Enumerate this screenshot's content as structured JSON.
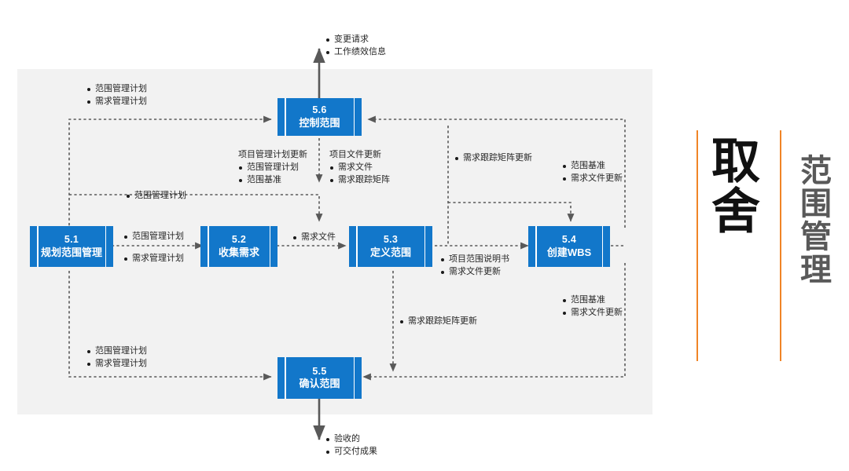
{
  "diagram": {
    "title_main": "取舍",
    "title_sub": "范围管理",
    "accent_color": "#f08426",
    "node_color": "#1277ca",
    "panel_color": "#f2f2f2"
  },
  "nodes": [
    {
      "id": "n51",
      "num": "5.1",
      "name": "规划范围管理"
    },
    {
      "id": "n52",
      "num": "5.2",
      "name": "收集需求"
    },
    {
      "id": "n53",
      "num": "5.3",
      "name": "定义范围"
    },
    {
      "id": "n54",
      "num": "5.4",
      "name": "创建WBS"
    },
    {
      "id": "n55",
      "num": "5.5",
      "name": "确认范围"
    },
    {
      "id": "n56",
      "num": "5.6",
      "name": "控制范围"
    }
  ],
  "labels": {
    "top_out": {
      "items": [
        "变更请求",
        "工作绩效信息"
      ]
    },
    "top_left_in": {
      "items": [
        "范围管理计划",
        "需求管理计划"
      ]
    },
    "mid_left_in": {
      "items": [
        "范围管理计划"
      ]
    },
    "pm_plan_update": {
      "head": "项目管理计划更新",
      "items": [
        "范围管理计划",
        "范围基准"
      ]
    },
    "proj_doc_update": {
      "head": "项目文件更新",
      "items": [
        "需求文件",
        "需求跟踪矩阵"
      ]
    },
    "rtm_update_top": {
      "items": [
        "需求跟踪矩阵更新"
      ]
    },
    "baseline_doc_top": {
      "items": [
        "范围基准",
        "需求文件更新"
      ]
    },
    "n51_to_n52": {
      "items": [
        "范围管理计划",
        "需求管理计划"
      ]
    },
    "n52_to_n53": {
      "items": [
        "需求文件"
      ]
    },
    "n53_to_n54": {
      "items": [
        "项目范围说明书",
        "需求文件更新"
      ]
    },
    "rtm_update_bottom": {
      "items": [
        "需求跟踪矩阵更新"
      ]
    },
    "baseline_doc_bottom": {
      "items": [
        "范围基准",
        "需求文件更新"
      ]
    },
    "bottom_left_in": {
      "items": [
        "范围管理计划",
        "需求管理计划"
      ]
    },
    "bottom_out": {
      "lines": [
        "验收的",
        "可交付成果"
      ]
    }
  }
}
